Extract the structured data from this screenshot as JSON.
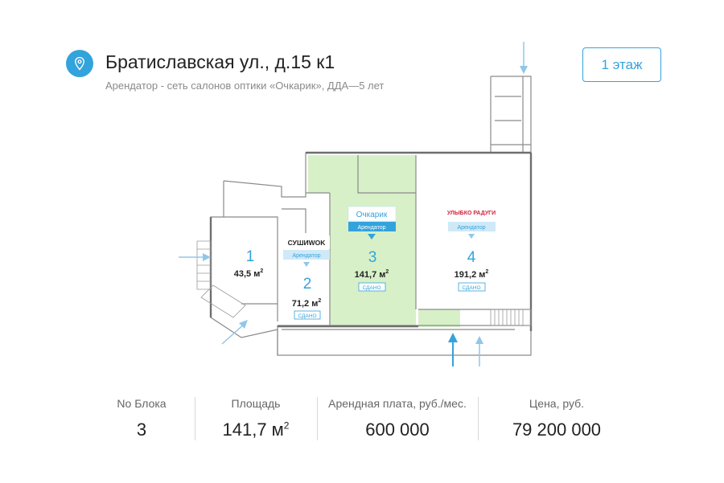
{
  "header": {
    "address": "Братиславская ул., д.15 к1",
    "tenant_info": "Арендатор - сеть салонов оптики «Очкарик», ДДА—5 лет",
    "floor_button": "1 этаж"
  },
  "colors": {
    "accent": "#33a3dc",
    "rented_fill": "#d7f0c8",
    "wall": "#8a8a8a"
  },
  "units": [
    {
      "number": "1",
      "area": "43,5 м",
      "area_sup": "2"
    },
    {
      "number": "2",
      "area": "71,2 м",
      "area_sup": "2",
      "tenant_logo": "СУШИWOK",
      "tenant_label": "Арендатор",
      "status": "СДАНО"
    },
    {
      "number": "3",
      "area": "141,7 м",
      "area_sup": "2",
      "tenant_logo": "Очкарик",
      "tenant_label": "Арендатор",
      "status": "СДАНО"
    },
    {
      "number": "4",
      "area": "191,2 м",
      "area_sup": "2",
      "tenant_logo": "УЛЫБКО РАДУГИ",
      "tenant_label": "Арендатор",
      "status": "СДАНО"
    }
  ],
  "stats": {
    "block_label": "No Блока",
    "block_value": "3",
    "area_label": "Площадь",
    "area_value": "141,7 м",
    "area_sup": "2",
    "rent_label": "Арендная плата, руб./мес.",
    "rent_value": "600 000",
    "price_label": "Цена, руб.",
    "price_value": "79 200 000"
  }
}
